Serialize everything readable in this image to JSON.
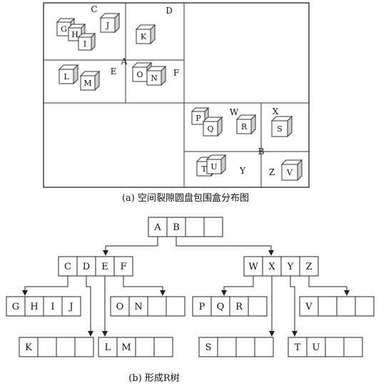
{
  "part_a": {
    "caption": "(a) 空间裂隙圆盘包围盒分布图",
    "regions": [
      "A",
      "B",
      "C",
      "D",
      "E",
      "F",
      "W",
      "X",
      "Y",
      "Z"
    ],
    "cubes": [
      "G",
      "H",
      "I",
      "J",
      "K",
      "L",
      "M",
      "O",
      "N",
      "P",
      "Q",
      "R",
      "S",
      "T",
      "U",
      "V"
    ]
  },
  "part_b": {
    "caption": "(b) 形成R树",
    "nodes": {
      "root": [
        "A",
        "B",
        "",
        ""
      ],
      "a": [
        "C",
        "D",
        "E",
        "F"
      ],
      "b": [
        "W",
        "X",
        "Y",
        "Z"
      ],
      "c": [
        "G",
        "H",
        "I",
        "J"
      ],
      "d": [
        "K",
        "",
        "",
        ""
      ],
      "e": [
        "L",
        "M",
        "",
        ""
      ],
      "f": [
        "O",
        "N",
        "",
        ""
      ],
      "w": [
        "P",
        "Q",
        "R",
        ""
      ],
      "x": [
        "S",
        "",
        "",
        ""
      ],
      "y": [
        "T",
        "U",
        "",
        ""
      ],
      "z": [
        "V",
        "",
        "",
        ""
      ]
    }
  }
}
